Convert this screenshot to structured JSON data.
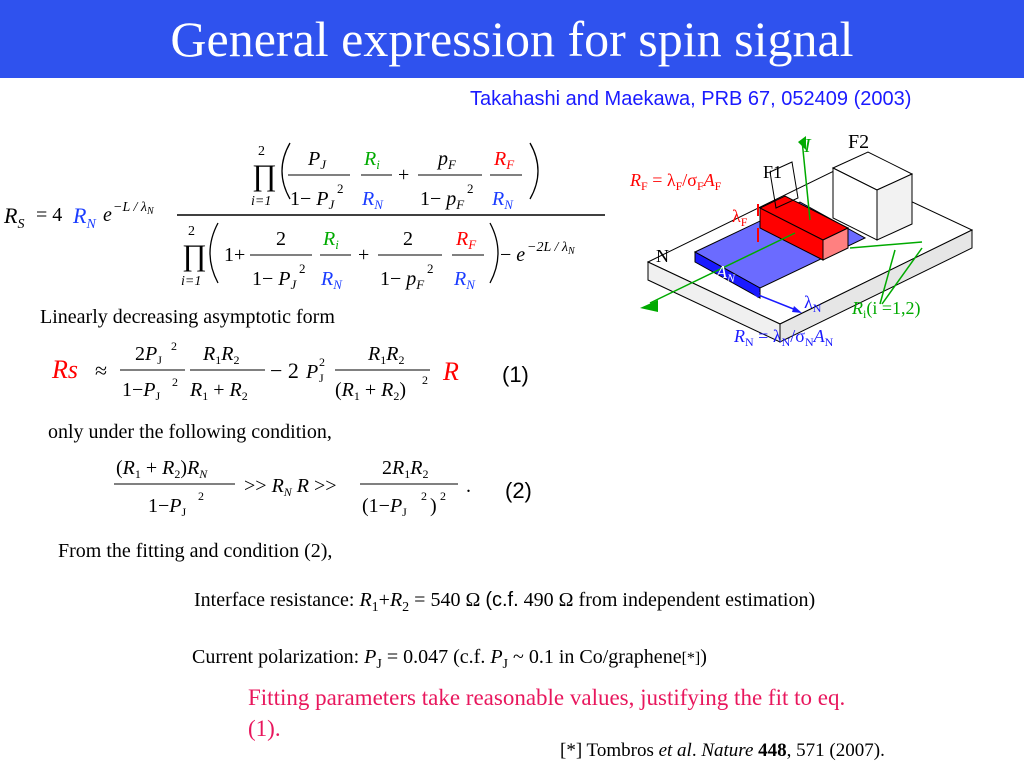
{
  "slide": {
    "title": "General expression for spin signal",
    "citation": "Takahashi and Maekawa, PRB 67, 052409 (2003)"
  },
  "text": {
    "linear_label": "Linearly decreasing asymptotic form",
    "condition_label": "only under the following condition,",
    "fitting_label": "From the fitting and condition (2),",
    "eq1_number": "(1)",
    "eq2_number": "(2)"
  },
  "results": {
    "interface_prefix": "Interface resistance: ",
    "interface_value": " = 540 Ω ",
    "interface_cf": "(c.f.",
    "interface_suffix": " 490 Ω from independent estimation)",
    "current_prefix": "Current polarization: ",
    "current_value": " = 0.047 ",
    "current_cf": "(c.f. ",
    "current_suffix": " ~ 0.1 in Co/graphene",
    "current_ref": "[*]",
    "current_close": ")"
  },
  "conclusion": "Fitting parameters take reasonable values, justifying the fit to eq. (1).",
  "reference": {
    "open": "[*] Tombros ",
    "etal": "et al",
    "dot": ". ",
    "journal": "Nature",
    "volume": "448",
    "pages": ", 571 (2007)."
  },
  "diagram": {
    "label_I": "I",
    "label_F2": "F2",
    "label_F1": "F1",
    "label_N": "N",
    "label_AN": "A",
    "label_lambdaN": "λ",
    "label_RF_formula": "R",
    "label_Ri_note": "(i =1,2)",
    "label_RN_formula": "R"
  },
  "colors": {
    "title_bg": "#2f52ee",
    "citation": "#1a1aff",
    "R_i": "#00aa00",
    "R_F": "#ff0000",
    "R_N": "#1a3cff",
    "conclusion": "#e8175d",
    "ferromagnet": "#ff0000",
    "channel": "#6b6bff"
  }
}
